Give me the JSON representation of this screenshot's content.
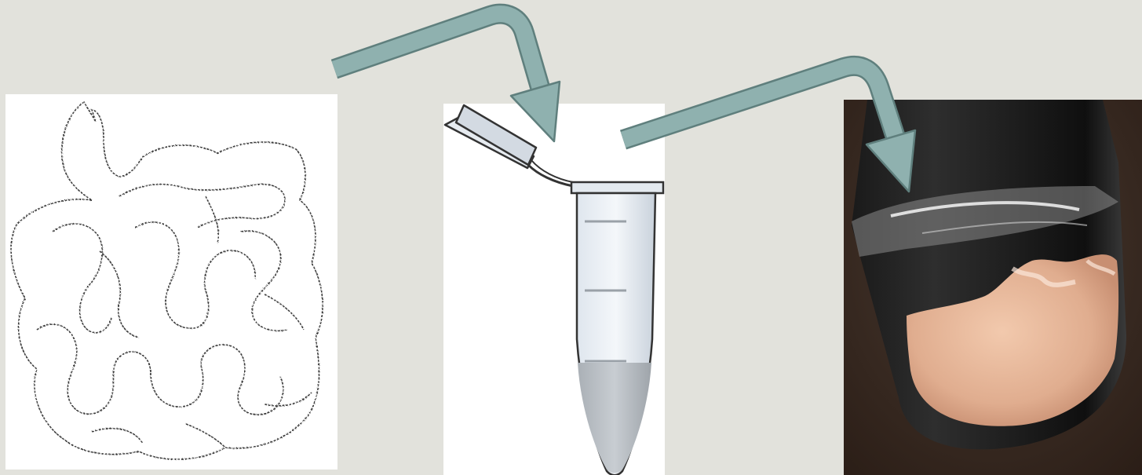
{
  "figure": {
    "background_color": "#e2e2dc",
    "arrow_color": "#8fb1af",
    "arrow_outline": "#5f7f7d",
    "steps": [
      {
        "name": "small-intestine-drawing",
        "icon": "intestine-outline"
      },
      {
        "name": "microcentrifuge-tube",
        "icon": "eppendorf-tube"
      },
      {
        "name": "dna-precipitate-photo",
        "icon": "test-tube-with-white-pellet"
      }
    ],
    "arrows": [
      {
        "from": "small-intestine-drawing",
        "to": "microcentrifuge-tube"
      },
      {
        "from": "microcentrifuge-tube",
        "to": "dna-precipitate-photo"
      }
    ]
  }
}
